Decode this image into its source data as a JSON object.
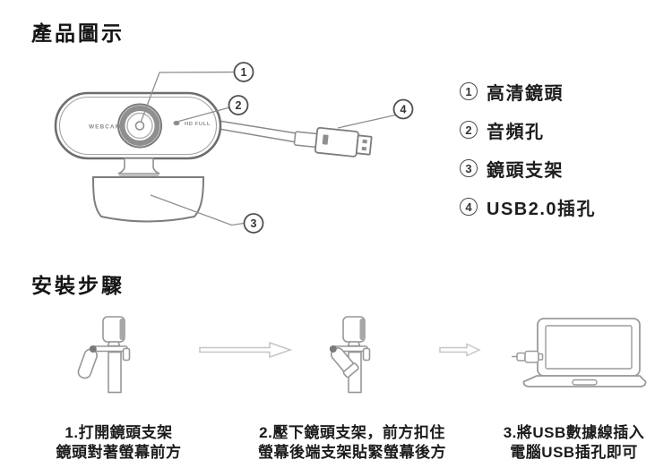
{
  "sections": {
    "product_title": "產品圖示",
    "install_title": "安裝步驟"
  },
  "device": {
    "brand_text": "WEBCAM",
    "hd_text": "HD FULL"
  },
  "callouts": {
    "c1": "1",
    "c2": "2",
    "c3": "3",
    "c4": "4"
  },
  "legend": [
    {
      "num": "1",
      "label": "高清鏡頭"
    },
    {
      "num": "2",
      "label": "音頻孔"
    },
    {
      "num": "3",
      "label": "鏡頭支架"
    },
    {
      "num": "4",
      "label": "USB2.0插孔"
    }
  ],
  "steps": [
    {
      "line1": "1.打開鏡頭支架",
      "line2": "鏡頭對著螢幕前方"
    },
    {
      "line1": "2.壓下鏡頭支架，前方扣住",
      "line2": "螢幕後端支架貼緊螢幕後方"
    },
    {
      "line1": "3.將USB數據線插入",
      "line2": "電腦USB插孔即可"
    }
  ],
  "colors": {
    "line_gray": "#7d7d7d",
    "light_gray": "#c6c6c6",
    "text_black": "#1b1b1b"
  }
}
